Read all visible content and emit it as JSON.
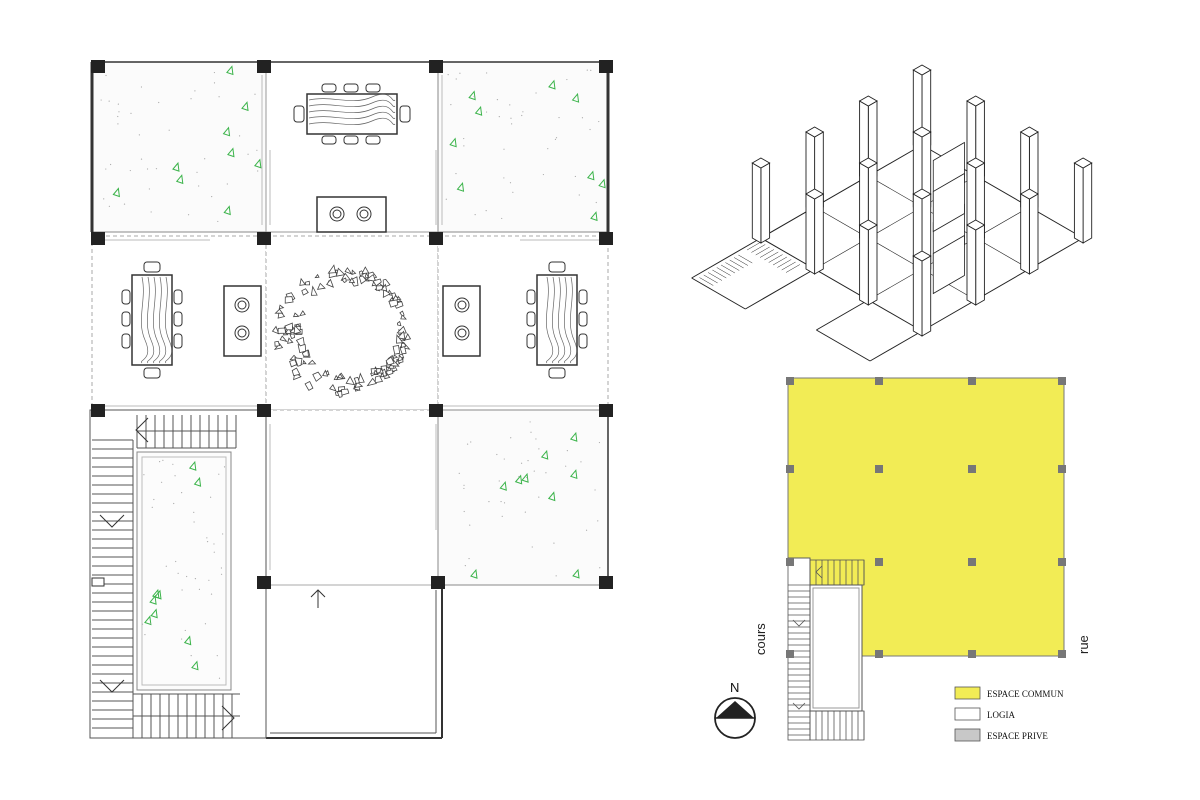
{
  "colors": {
    "espace_commun": "#f2ec55",
    "logia": "#ffffff",
    "espace_prive": "#c8c8c8",
    "vegetation": "#3cb44b",
    "column": "#222222",
    "line": "#333333"
  },
  "key_plan": {
    "label_left": "cours",
    "label_right": "rue",
    "north_label": "N"
  },
  "legend": {
    "items": [
      {
        "label": "ESPACE COMMUN",
        "color": "#f2ec55"
      },
      {
        "label": "LOGIA",
        "color": "#ffffff"
      },
      {
        "label": "ESPACE PRIVE",
        "color": "#c8c8c8"
      }
    ]
  },
  "icons": [
    "north-arrow-icon",
    "entry-arrow-icon",
    "stair-direction-arrow-icon",
    "table-icon",
    "cooktop-icon",
    "planting-icon"
  ]
}
